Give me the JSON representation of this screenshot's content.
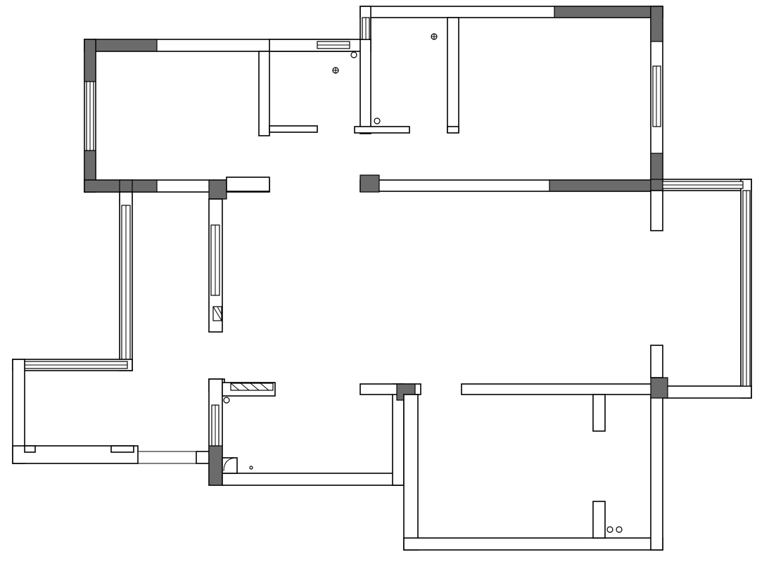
{
  "colors": {
    "background": "#ffffff",
    "wall_fill": "#ffffff",
    "wall_stroke": "#000000",
    "structural_column": "#6b6b6b"
  },
  "icons": {
    "ceiling_light": "circle-with-cross",
    "drain": "small-circle",
    "door_swing": "arc"
  }
}
